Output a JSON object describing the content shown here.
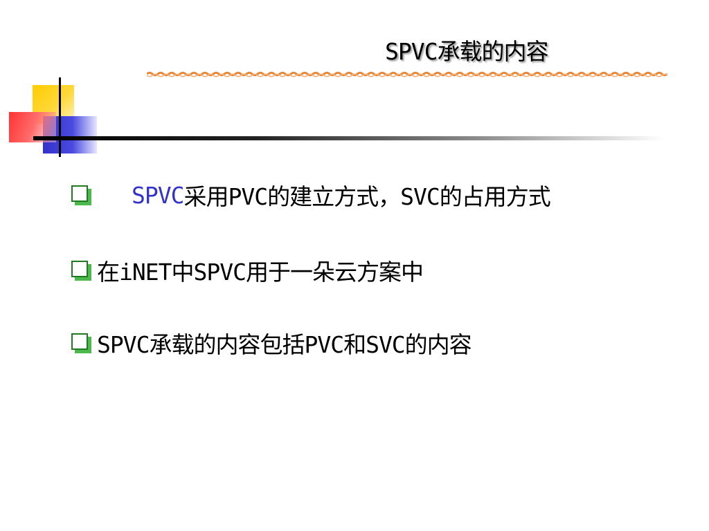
{
  "title": "SPVC承载的内容",
  "colors": {
    "accent_blue": "#3333cc",
    "bullet_green": "#4db84d",
    "wave_orange": "#e8873a"
  },
  "bullets": [
    {
      "accent": "SPVC",
      "text": "采用PVC的建立方式，SVC的占用方式"
    },
    {
      "text": "在iNET中SPVC用于一朵云方案中"
    },
    {
      "text": "SPVC承载的内容包括PVC和SVC的内容"
    }
  ]
}
